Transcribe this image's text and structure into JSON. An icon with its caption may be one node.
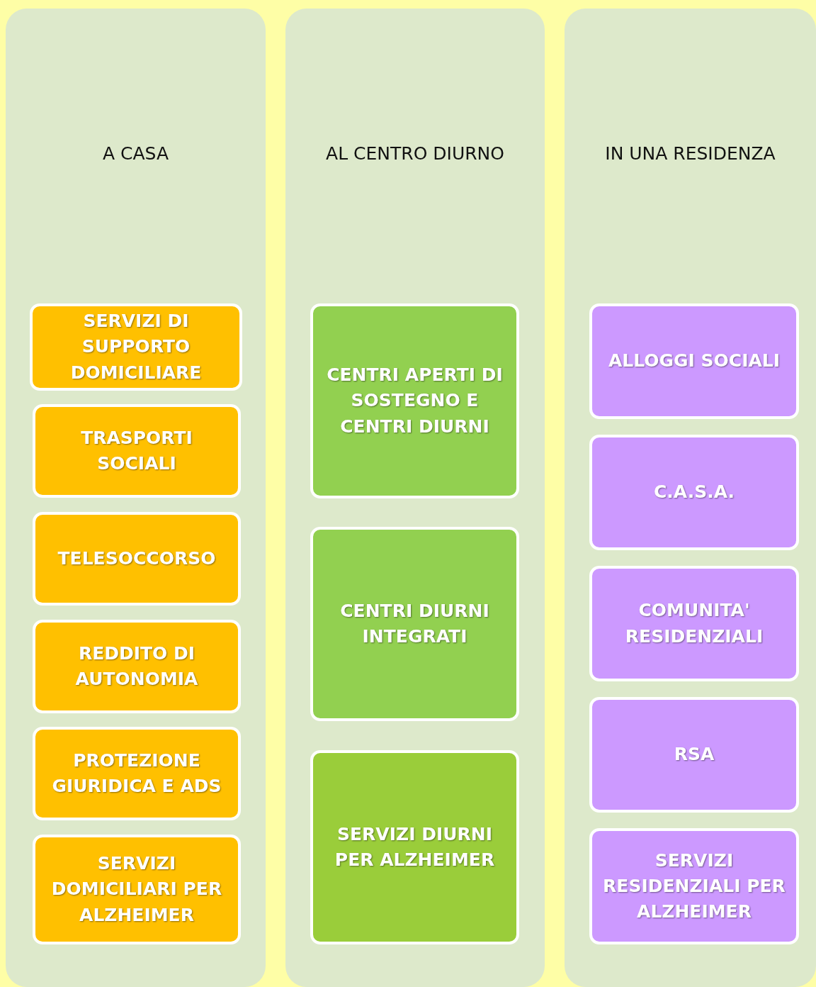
{
  "diagram": {
    "nodes": [
      {
        "text": [
          "A CASA"
        ]
      },
      {
        "text": [
          "SERVIZI DI SUPPORTO DOMICILIARE"
        ],
        "in": 0
      },
      {
        "text": [
          "TRASPORTI SOCIALI"
        ],
        "in": 0
      },
      {
        "text": [
          "TELESOCCORSO"
        ],
        "in": 0
      },
      {
        "text": [
          "REDDITO DI AUTONOMIA"
        ],
        "in": 0
      },
      {
        "text": [
          "PROTEZIONE GIURIDICA E ADS"
        ],
        "in": 0
      },
      {
        "text": [
          "SERVIZI DOMICILIARI PER ALZHEIMER"
        ],
        "in": 0
      },
      {
        "text": [
          "AL CENTRO DIURNO"
        ]
      },
      {
        "text": [
          "CENTRI APERTI DI SOSTEGNO E CENTRI DIURNI"
        ],
        "in": 7
      },
      {
        "text": [
          "CENTRI DIURNI INTEGRATI"
        ],
        "in": 7
      },
      {
        "text": [
          "SERVIZI DIURNI PER ALZHEIMER"
        ],
        "in": 7
      },
      {
        "text": [
          "IN UNA RESIDENZA"
        ]
      },
      {
        "text": [
          "ALLOGGI SOCIALI"
        ],
        "in": 11
      },
      {
        "text": [
          "C.A.S.A."
        ],
        "in": 11
      },
      {
        "text": [
          "COMUNITA' RESIDENZIALI"
        ],
        "in": 11
      },
      {
        "text": [
          "RSA"
        ],
        "in": 11
      },
      {
        "text": [
          "SERVIZI RESIDENZIALI PER ALZHEIMER"
        ],
        "in": 11
      }
    ]
  }
}
